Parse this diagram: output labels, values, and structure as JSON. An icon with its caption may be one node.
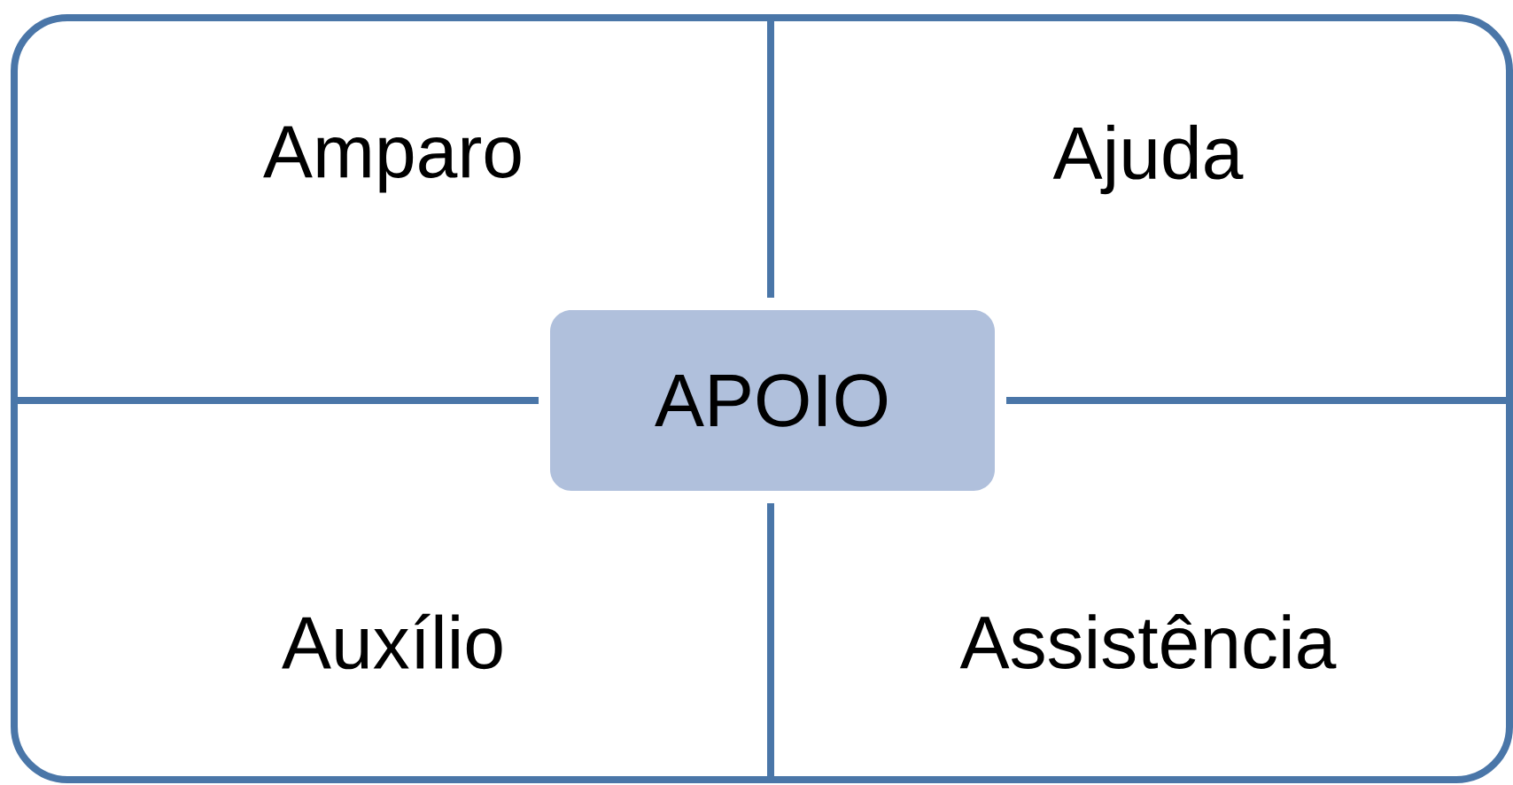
{
  "diagram": {
    "nodes": [
      {
        "text": [
          "Amparo"
        ]
      },
      {
        "text": [
          "Ajuda"
        ]
      },
      {
        "text": [
          "APOIO"
        ]
      },
      {
        "text": [
          "Auxílio"
        ]
      },
      {
        "text": [
          "Assistência"
        ]
      }
    ]
  }
}
